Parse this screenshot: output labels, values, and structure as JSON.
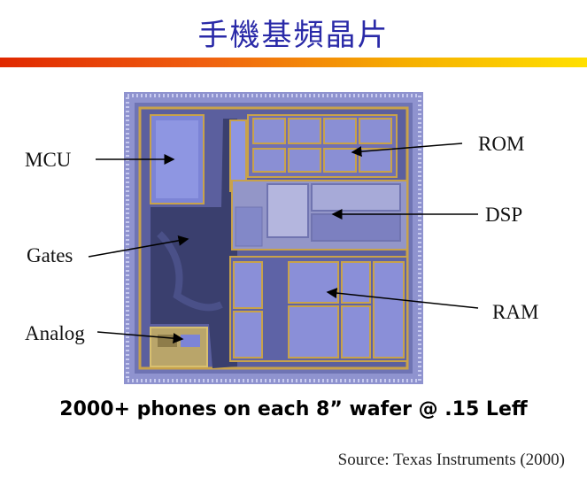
{
  "title": "手機基頻晶片",
  "labels": {
    "mcu": "MCU",
    "gates": "Gates",
    "analog": "Analog",
    "rom": "ROM",
    "dsp": "DSP",
    "ram": "RAM"
  },
  "caption": "2000+ phones on each 8” wafer @ .15 Leff",
  "source": "Source: Texas Instruments (2000)",
  "colors": {
    "title": "#2a2aa8",
    "die_frame": "#7f83c4",
    "die_pad_ring": "#b8bbe6",
    "gates_region": "#3c4170",
    "memory_block": "#8d90d8",
    "gold_trace": "#c8a24a",
    "bar_start": "#e02800",
    "bar_end": "#ffe000"
  }
}
